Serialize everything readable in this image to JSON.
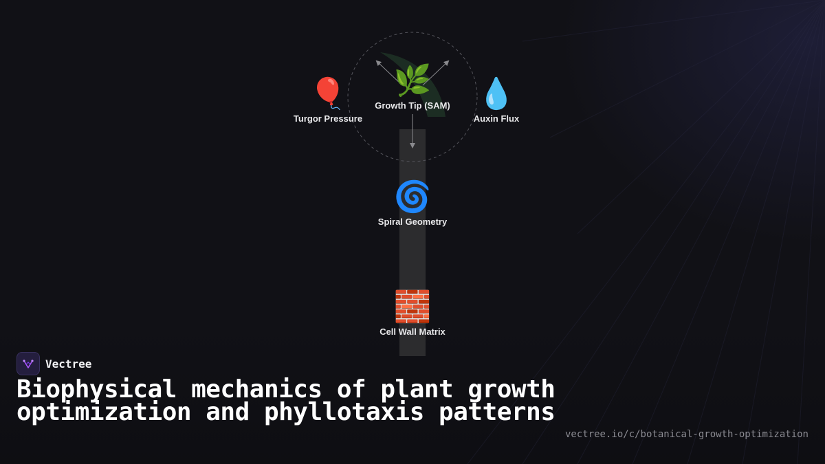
{
  "diagram": {
    "nodes": {
      "growth_tip": {
        "emoji": "🌿",
        "label": "Growth Tip (SAM)",
        "icon": "herb-icon"
      },
      "turgor": {
        "emoji": "🎈",
        "label": "Turgor Pressure",
        "icon": "balloon-icon"
      },
      "auxin": {
        "emoji": "💧",
        "label": "Auxin Flux",
        "icon": "droplet-icon"
      },
      "spiral": {
        "emoji": "🌀",
        "label": "Spiral Geometry",
        "icon": "cyclone-icon"
      },
      "cell_wall": {
        "emoji": "🧱",
        "label": "Cell Wall Matrix",
        "icon": "brick-icon"
      }
    },
    "colors": {
      "stem": "#2c2c2e",
      "connector": "#8a8a8e",
      "leaf": "#1f3a2a"
    }
  },
  "brand": {
    "name": "Vectree",
    "accent": "#a855f7"
  },
  "title": "Biophysical mechanics of plant growth optimization and phyllotaxis patterns",
  "url": "vectree.io/c/botanical-growth-optimization"
}
